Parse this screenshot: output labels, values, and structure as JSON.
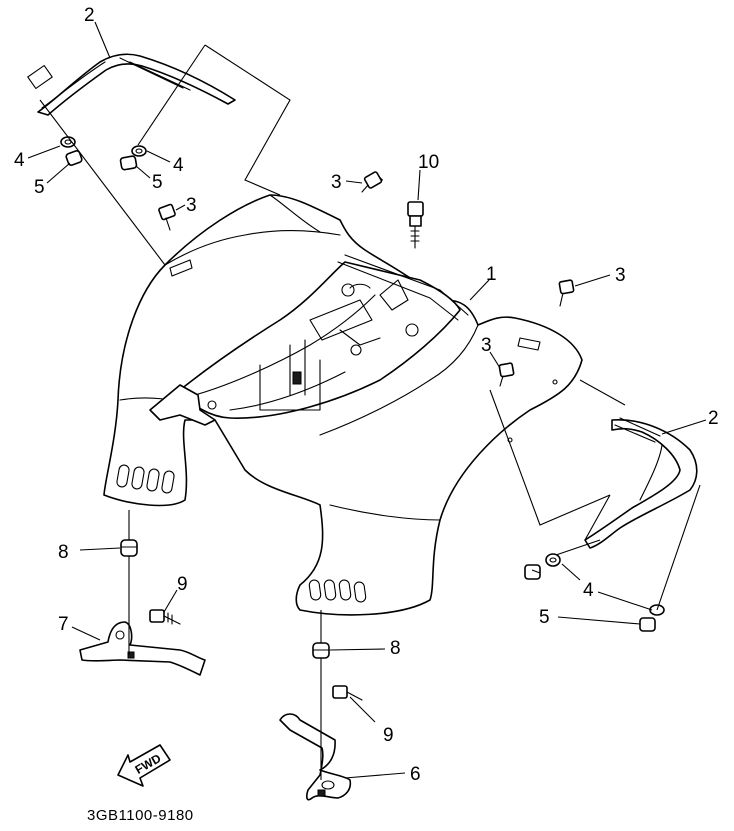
{
  "diagram": {
    "part_code": "3GB1100-9180",
    "direction_label": "FWD",
    "callouts": {
      "c1": "1",
      "c2_top": "2",
      "c2_right": "2",
      "c3_top_center": "3",
      "c3_left": "3",
      "c3_right": "3",
      "c3_center": "3",
      "c4_left": "4",
      "c4_mid": "4",
      "c4_right": "4",
      "c5_left": "5",
      "c5_mid": "5",
      "c5_right": "5",
      "c6": "6",
      "c7": "7",
      "c8_left": "8",
      "c8_center": "8",
      "c9_left": "9",
      "c9_center": "9",
      "c10": "10"
    }
  }
}
